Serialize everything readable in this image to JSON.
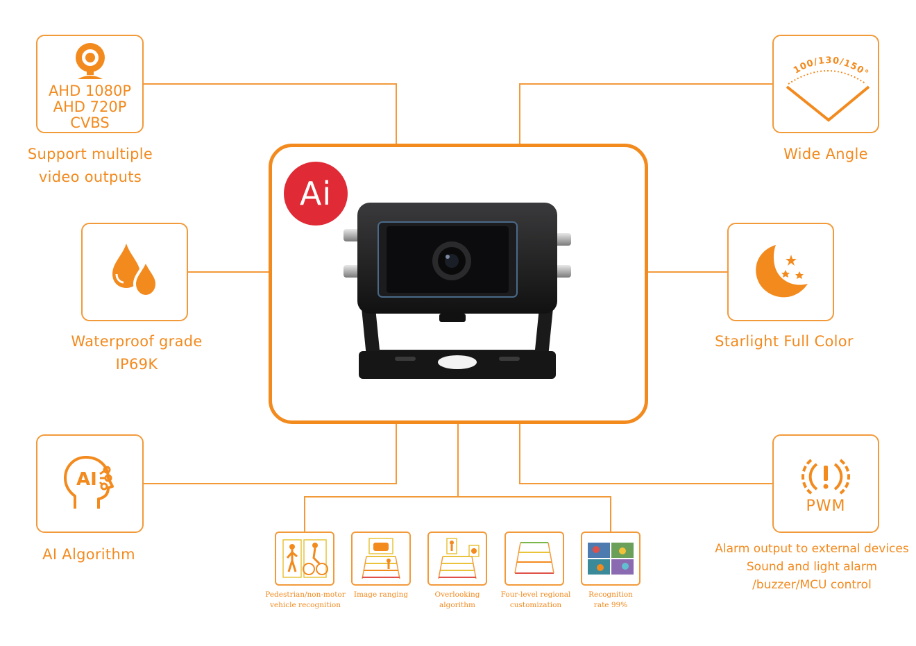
{
  "center": {
    "badge": "Ai"
  },
  "video_outputs": {
    "formats": [
      "AHD 1080P",
      "AHD 720P",
      "CVBS"
    ],
    "caption": [
      "Support multiple",
      "video outputs"
    ],
    "icon": "webcam-icon"
  },
  "wide_angle": {
    "arc_label": "100/130/150°",
    "caption": "Wide Angle",
    "icon": "field-of-view-icon"
  },
  "waterproof": {
    "caption": [
      "Waterproof grade",
      "IP69K"
    ],
    "icon": "water-drops-icon"
  },
  "starlight": {
    "caption": "Starlight Full Color",
    "icon": "moon-stars-icon"
  },
  "ai_algorithm": {
    "icon_text": "AI",
    "caption": "AI Algorithm",
    "icon": "ai-head-icon"
  },
  "pwm": {
    "label": "PWM",
    "caption": [
      "Alarm output to external devices",
      "Sound and light alarm",
      "/buzzer/MCU control"
    ],
    "icon": "alarm-signal-icon"
  },
  "features": [
    {
      "caption": [
        "Pedestrian/non-motor",
        "vehicle recognition"
      ]
    },
    {
      "caption": [
        "Image ranging"
      ]
    },
    {
      "caption": [
        "Overlooking",
        "algorithm"
      ]
    },
    {
      "caption": [
        "Four-level regional",
        "customization"
      ]
    },
    {
      "caption": [
        "Recognition",
        "rate 99%"
      ]
    }
  ],
  "colors": {
    "accent": "#f28a1e",
    "badge": "#e02a35",
    "camera": "#1c1c1e"
  }
}
